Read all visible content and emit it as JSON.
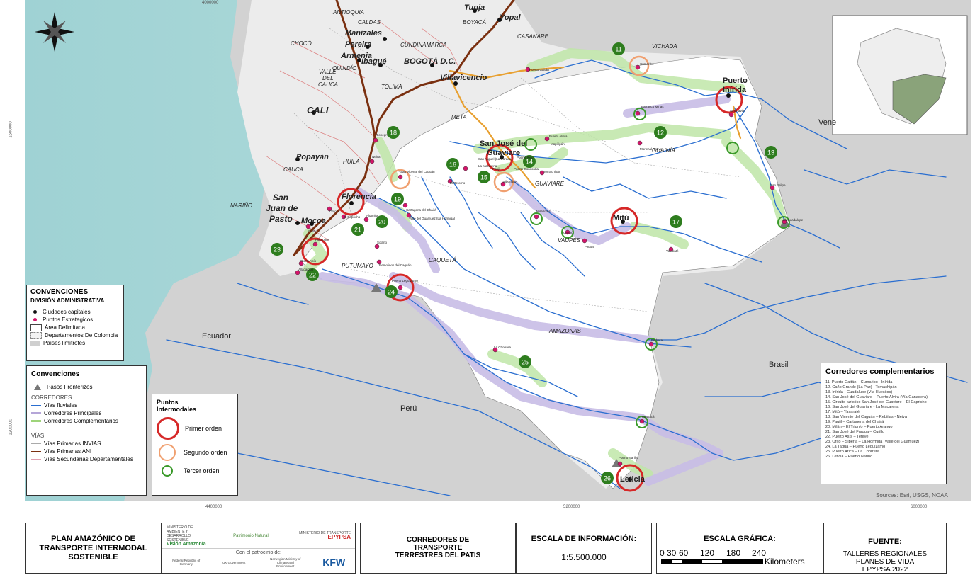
{
  "map": {
    "countries": {
      "ecuador": "Ecuador",
      "peru": "Perú",
      "brasil": "Brasil",
      "venezuela": "Vene"
    },
    "departments": [
      "ANTIOQUIA",
      "CALDAS",
      "BOYACÁ",
      "CHOCÓ",
      "CASANARE",
      "CUNDINAMARCA",
      "QUINDÍO",
      "VALLE DEL CAUCA",
      "TOLIMA",
      "META",
      "VICHADA",
      "CAUCA",
      "HUILA",
      "NARIÑO",
      "GUAINÍA",
      "GUAVIARE",
      "VAUPÉS",
      "CAQUETÁ",
      "PUTUMAYO",
      "AMAZONAS"
    ],
    "cities": [
      "Tunja",
      "Yopal",
      "Manizales",
      "Pereira",
      "Armenia",
      "Ibagué",
      "BOGOTÁ D.C.",
      "Villavicencio",
      "CALI",
      "Popayán",
      "San Juan de Pasto",
      "Mocoa",
      "Florencia",
      "San José del Guaviare",
      "Puerto Inírida",
      "Mitú",
      "Leticia"
    ],
    "points": [
      "Puerto Gaitán",
      "Cumaribo",
      "Barranco Minas",
      "Amanavén",
      "Puerto Alvira",
      "Mapiripán",
      "Tomachipán",
      "Morichal Nuevo",
      "San Felipe",
      "La Guadalupe",
      "Yavaraté",
      "Miraflores",
      "Carurú",
      "Pacoa",
      "La Chorrera",
      "Pedrera",
      "Tarapacá",
      "Puerto Nariño",
      "Puerto Leguízamo",
      "Solano",
      "Remolinos del Caguán",
      "Cartagena del Chairá",
      "San Vicente del Caguán",
      "Rionegro",
      "Neiva",
      "Altamira",
      "El Retorno",
      "La Macarena",
      "El Capricho",
      "Curillo",
      "Piamonte",
      "Puerto Asís",
      "Villagarzón",
      "Sibundoy",
      "Orito",
      "Valle del Guamuez (La Hormiga)",
      "San Miguel (La Dorada)",
      "Puerto Rico",
      "Paujil",
      "Puerto Concordia",
      "Charras",
      "Puerto Caicedo",
      "Teteyé",
      "Cachicamo"
    ],
    "corridor_numbers": [
      "11",
      "12",
      "13",
      "14",
      "15",
      "16",
      "17",
      "18",
      "19",
      "20",
      "21",
      "22",
      "23",
      "24",
      "25",
      "26"
    ],
    "sources": "Sources: Esri, USGS, NOAA",
    "ticks_x": [
      "4400000",
      "5200000",
      "6000000"
    ],
    "ticks_y": [
      "1600000",
      "1200000"
    ]
  },
  "legend_admin": {
    "title1": "CONVENCIONES",
    "title2": "DIVISIÓN ADMINISTRATIVA",
    "items": [
      "Ciudades capitales",
      "Puntos Estrategicos",
      "Área Delimitada",
      "Departamentos De Colombia",
      "Países limítrofes"
    ]
  },
  "legend_conv": {
    "title": "Convenciones",
    "pasos": "Pasos Fronterizos",
    "corredores_title": "CORREDORES",
    "corredores": [
      "Vías fluviales",
      "Corredores Principales",
      "Corredores Complementarios"
    ],
    "vias_title": "VÍAS",
    "vias": [
      "Vías Primarias INVIAS",
      "Vías Primarias ANI",
      "Vías Secundarias Departamentales"
    ]
  },
  "legend_points": {
    "title1": "Puntos",
    "title2": "Intermodales",
    "items": [
      "Primer orden",
      "Segundo orden",
      "Tercer orden"
    ]
  },
  "corridors_box": {
    "title": "Corredores complementarios",
    "items": [
      "11. Puerto Gaitán – Cumaribo - Inírida",
      "12. Caño Grande (La Paz) - Tomachipán",
      "13. Inírida - Guadalupe (Vía Huesitos)",
      "14. San José del Guaviare – Puerto Alvira (Vía Ganadera)",
      "15. Circuito turístico San José del Guaviare – El Capricho",
      "16. San José del Guaviare - La Macarena",
      "17. Mitú – Yavaraté",
      "18. San Vicente del Caguán – Rebiilas - Neiva",
      "19. Paujil – Cartagena del Chairá",
      "20. Milán – El Triunfo – Puerto Arango",
      "21. San José del Fragua – Curillo",
      "22. Puerto Asís – Teteye",
      "23. Orito – Siberia – La Hormiga (Valle del Guamuez)",
      "24. La Tagua – Puerto Leguízamo",
      "25. Puerto Arica – La Chorrera",
      "26. Leticia – Puerto Nariño"
    ]
  },
  "title_block": {
    "plan": "PLAN AMAZÓNICO DE TRANSPORTE INTERMODAL SOSTENIBLE",
    "logos": [
      "MINISTERIO DE AMBIENTE Y DESARROLLO SOSTENIBLE",
      "Visión Amazonía",
      "Patrimonio Natural",
      "MINISTERIO DE TRANSPORTE",
      "EPYPSA",
      "Con el patrocinio de:",
      "Federal Republic of Germany",
      "UK Government",
      "Norwegian Ministry of Climate and Environment",
      "KFW"
    ],
    "corredores": "CORREDORES DE TRANSPORTE TERRESTRES DEL PATIS",
    "escala_info_title": "ESCALA DE INFORMACIÓN:",
    "escala_info": "1:5.500.000",
    "escala_graf_title": "ESCALA GRÁFICA:",
    "scale_labels": [
      "0",
      "30",
      "60",
      "120",
      "180",
      "240"
    ],
    "scale_unit": "Kilometers",
    "fuente_title": "FUENTE:",
    "fuente": "TALLERES REGIONALES PLANES DE VIDA EPYPSA 2022"
  },
  "colors": {
    "ocean": "#a9d6d4",
    "land_grey": "#cfcfcf",
    "amazon_region": "#ffffff",
    "river": "#2a6ed0",
    "main_road": "#7a3010",
    "secondary_road": "#e8a030",
    "principal_corridor": "#b5a6d8",
    "complementary_corridor": "#b8e3a0",
    "first_order": "#d62828",
    "second_order": "#f0a070",
    "third_order": "#3a9a2a",
    "badge": "#2e7d1e"
  }
}
